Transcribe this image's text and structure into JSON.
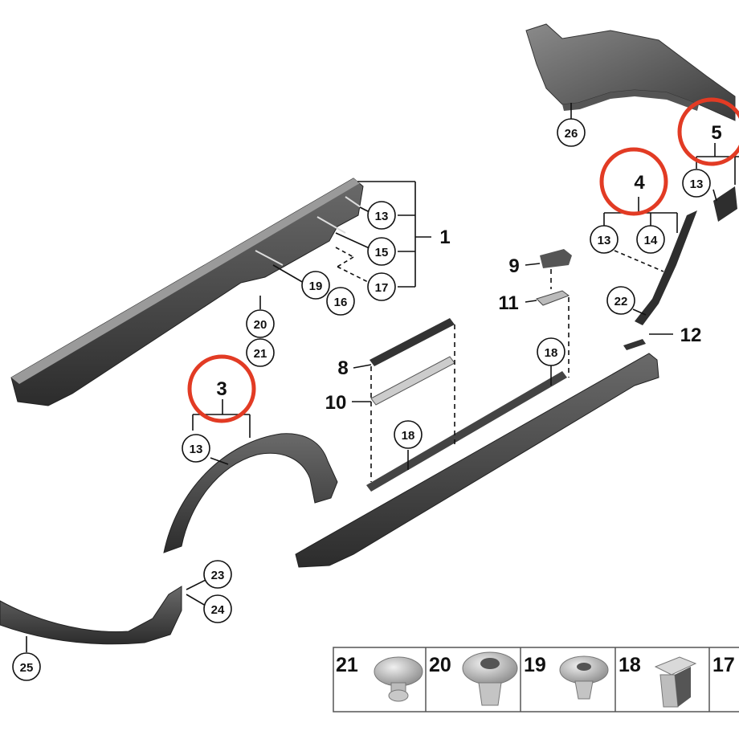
{
  "callouts": {
    "c1": "1",
    "c3": "3",
    "c4": "4",
    "c5": "5",
    "c8": "8",
    "c9": "9",
    "c10": "10",
    "c11": "11",
    "c12": "12",
    "c13a": "13",
    "c13b": "13",
    "c13c": "13",
    "c13d": "13",
    "c14": "14",
    "c15": "15",
    "c16": "16",
    "c17": "17",
    "c18a": "18",
    "c18b": "18",
    "c19": "19",
    "c20": "20",
    "c21": "21",
    "c22": "22",
    "c23": "23",
    "c24": "24",
    "c25": "25",
    "c26": "26"
  },
  "highlighted": [
    "3",
    "4",
    "5"
  ],
  "highlight_color": "#e23b24",
  "fastener_table": [
    {
      "label": "21",
      "icon": "round-head-clip-icon"
    },
    {
      "label": "20",
      "icon": "flanged-push-nut-icon"
    },
    {
      "label": "19",
      "icon": "expanding-rivet-icon"
    },
    {
      "label": "18",
      "icon": "square-clip-nut-icon"
    },
    {
      "label": "17",
      "icon": "fastener-icon"
    }
  ]
}
